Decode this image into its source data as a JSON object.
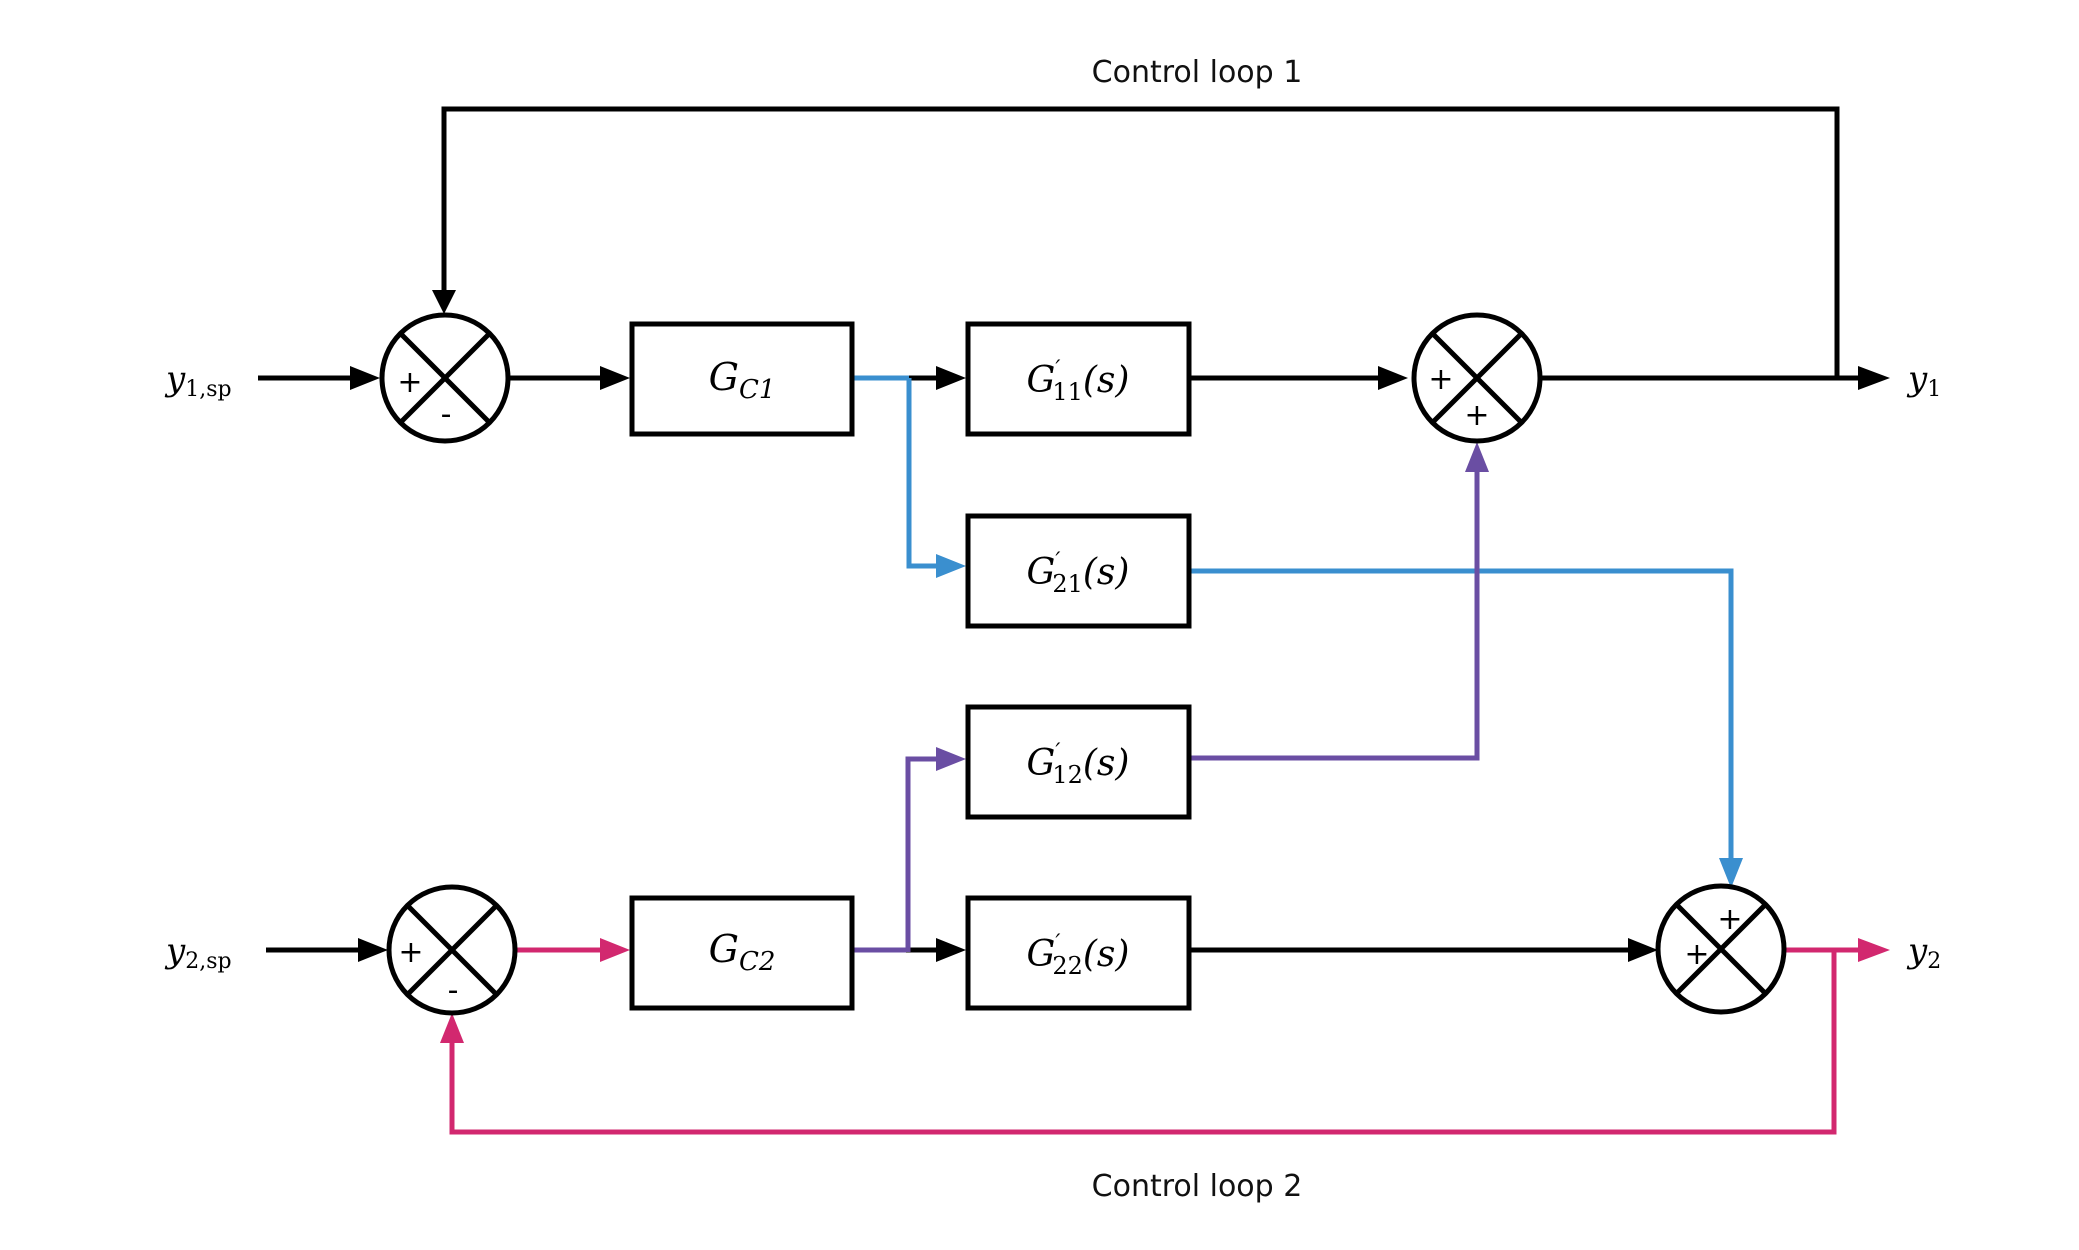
{
  "captions": {
    "loop1": "Control loop 1",
    "loop2": "Control loop 2"
  },
  "inputs": {
    "y1sp": {
      "base": "y",
      "sub": "1,sp"
    },
    "y2sp": {
      "base": "y",
      "sub": "2,sp"
    }
  },
  "outputs": {
    "y1": {
      "base": "y",
      "sub": "1"
    },
    "y2": {
      "base": "y",
      "sub": "2"
    }
  },
  "blocks": {
    "gc1": {
      "base": "G",
      "sub": "C1",
      "prime": "",
      "arg": ""
    },
    "gc2": {
      "base": "G",
      "sub": "C2",
      "prime": "",
      "arg": ""
    },
    "g11": {
      "base": "G",
      "sub": "11",
      "prime": "′",
      "arg": "(s)"
    },
    "g21": {
      "base": "G",
      "sub": "21",
      "prime": "′",
      "arg": "(s)"
    },
    "g12": {
      "base": "G",
      "sub": "12",
      "prime": "′",
      "arg": "(s)"
    },
    "g22": {
      "base": "G",
      "sub": "22",
      "prime": "′",
      "arg": "(s)"
    }
  },
  "summing_junctions": {
    "s1": {
      "left": "+",
      "bottom": "-"
    },
    "s2": {
      "left": "+",
      "bottom": "+"
    },
    "s3": {
      "left": "+",
      "bottom": "-"
    },
    "s4": {
      "left": "+",
      "top": "+"
    }
  },
  "colors": {
    "black": "#000000",
    "loop1_cross": "#3a8fcf",
    "loop2_cross": "#6a4ea3",
    "loop2_feedback": "#d2286f"
  }
}
